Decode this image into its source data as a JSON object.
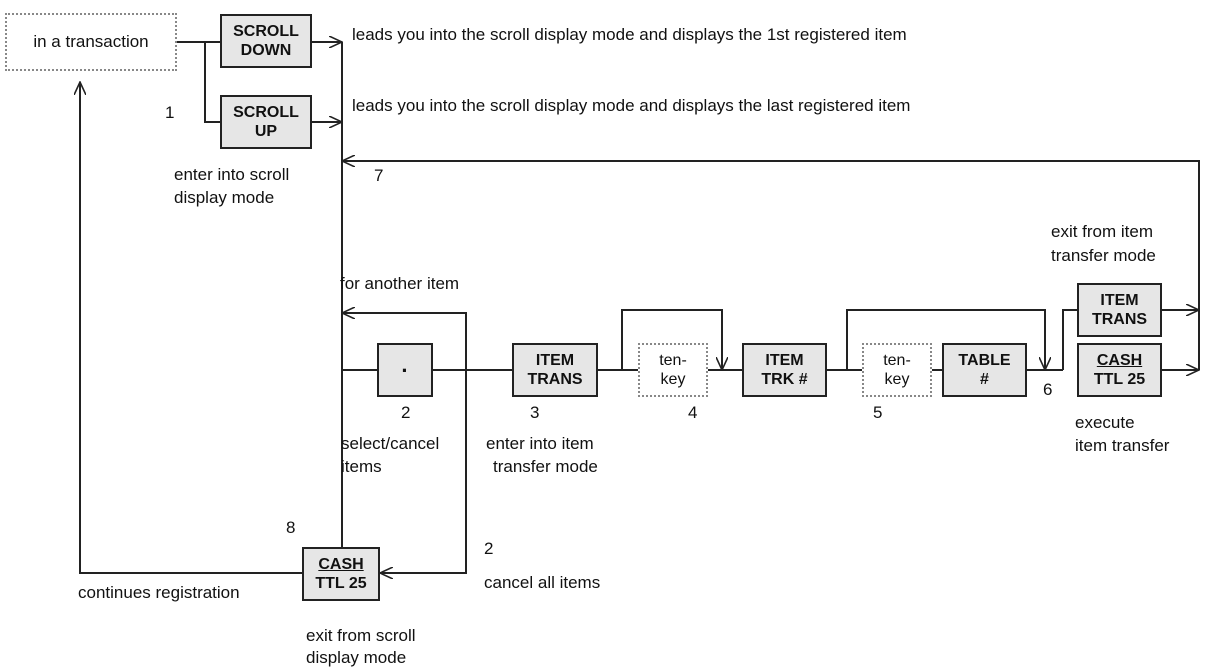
{
  "start": {
    "label": "in a transaction"
  },
  "keys": {
    "scroll_down": {
      "line1": "SCROLL",
      "line2": "DOWN"
    },
    "scroll_up": {
      "line1": "SCROLL",
      "line2": "UP"
    },
    "dot": {
      "label": "·"
    },
    "item_trans_1": {
      "line1": "ITEM",
      "line2": "TRANS"
    },
    "tenkey_1": {
      "line1": "ten-",
      "line2": "key"
    },
    "item_trk": {
      "line1": "ITEM",
      "line2": "TRK #"
    },
    "tenkey_2": {
      "line1": "ten-",
      "line2": "key"
    },
    "table": {
      "line1": "TABLE",
      "line2": "#"
    },
    "item_trans_2": {
      "line1": "ITEM",
      "line2": "TRANS"
    },
    "cash_ttl_right": {
      "line1": "CASH",
      "line2": "TTL 25"
    },
    "cash_ttl_bottom": {
      "line1": "CASH",
      "line2": "TTL 25"
    }
  },
  "labels": {
    "scroll_down_desc": "leads you into the scroll display mode and displays the 1st registered item",
    "scroll_up_desc": "leads you into the scroll display mode and displays the last registered item",
    "enter_scroll_1": "enter into scroll",
    "enter_scroll_2": "display mode",
    "exit_item_1": "exit from item",
    "exit_item_2": "transfer mode",
    "another_item": "for another item",
    "select_cancel_1": "select/cancel",
    "select_cancel_2": "items",
    "enter_item_1": "enter into item",
    "enter_item_2": "transfer mode",
    "execute_1": "execute",
    "execute_2": "item transfer",
    "cancel_all": "cancel all items",
    "continues": "continues registration",
    "exit_scroll_1": "exit from scroll",
    "exit_scroll_2": "display mode"
  },
  "steps": {
    "s1": "1",
    "s2a": "2",
    "s2b": "2",
    "s3": "3",
    "s4": "4",
    "s5": "5",
    "s6": "6",
    "s7": "7",
    "s8": "8"
  }
}
